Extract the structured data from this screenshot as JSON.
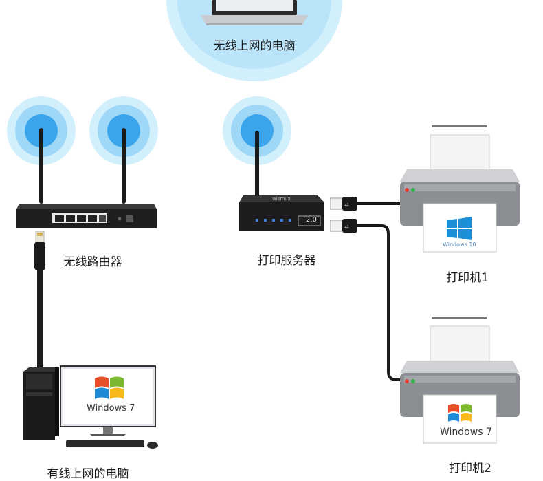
{
  "labels": {
    "wireless_pc": "无线上网的电脑",
    "router": "无线路由器",
    "print_server": "打印服务器",
    "printer1": "打印机1",
    "printer2": "打印机2",
    "wired_pc": "有线上网的电脑"
  },
  "print_server_badge": "2.0",
  "print_server_brand": "wismux",
  "screens": {
    "wired_pc_os": "Windows 7",
    "printer1_os": "Windows 10",
    "printer2_os": "Windows 7"
  },
  "colors": {
    "wifi_halo": "#bfe6fb",
    "wifi_core": "#3aa5ec",
    "device_dark": "#1e1e1e",
    "printer_gray": "#8b8e92"
  }
}
